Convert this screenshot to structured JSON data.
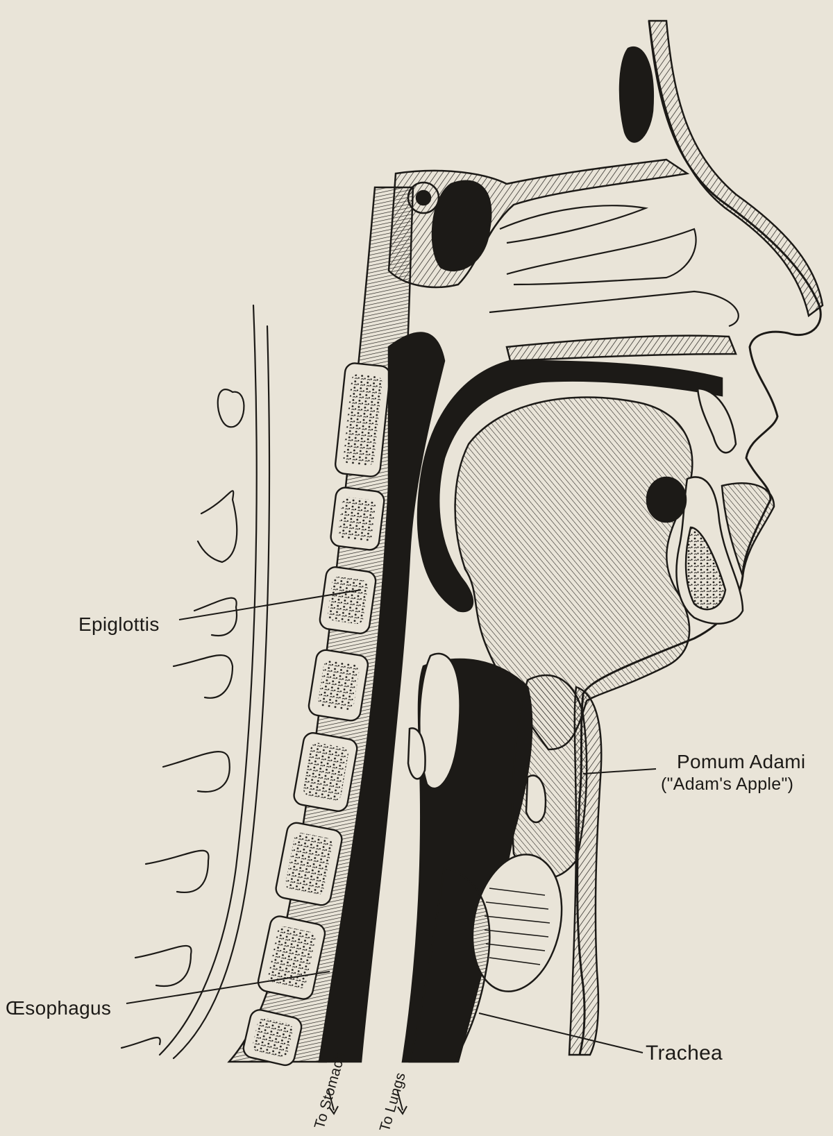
{
  "colors": {
    "paper": "#e9e4d8",
    "ink": "#1c1a17"
  },
  "labels": {
    "epiglottis": "Epiglottis",
    "oesophagus": "Œsophagus",
    "pomum_adami": "Pomum Adami",
    "adams_apple": "(\"Adam's Apple\")",
    "trachea": "Trachea",
    "to_stomach": "To Stomach",
    "to_lungs": "To Lungs"
  }
}
